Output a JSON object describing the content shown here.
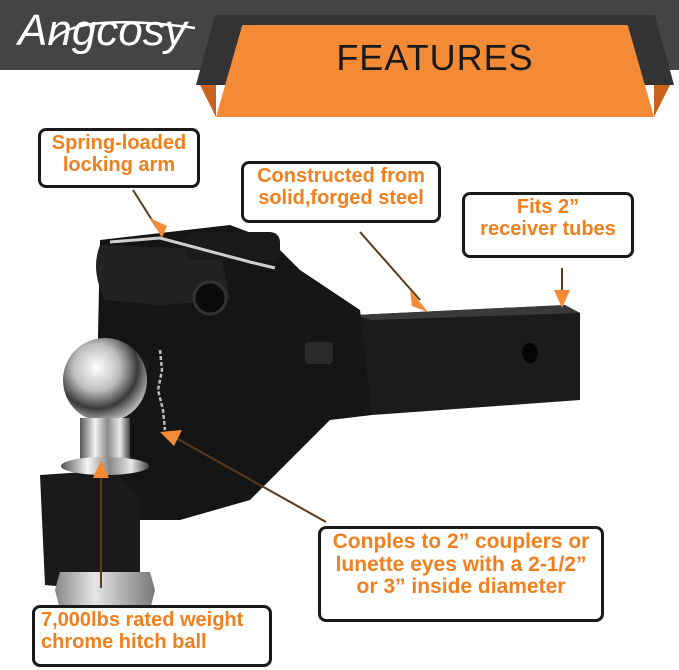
{
  "header": {
    "brand": "Angcosy",
    "title": "FEATURES",
    "colors": {
      "banner": "#444444",
      "accent": "#F58A36",
      "accent_dark": "#C9621A",
      "callout_text": "#F07F1E"
    }
  },
  "callouts": {
    "locking_arm": {
      "line1": "Spring-loaded",
      "line2": "locking arm"
    },
    "forged_steel": {
      "line1": "Constructed from",
      "line2": "solid,forged steel"
    },
    "receiver": {
      "line1": "Fits   2”",
      "line2": "receiver tubes"
    },
    "couplers": {
      "line1": "Conples to 2” couplers or",
      "line2": "lunette eyes with a 2-1/2”",
      "line3": "or 3” inside diameter"
    },
    "hitch_ball": {
      "line1": "7,000lbs rated weight",
      "line2": "chrome hitch ball"
    }
  },
  "product": {
    "name": "pintle hook hitch with chrome ball",
    "icon": "pintle-hitch-image"
  }
}
